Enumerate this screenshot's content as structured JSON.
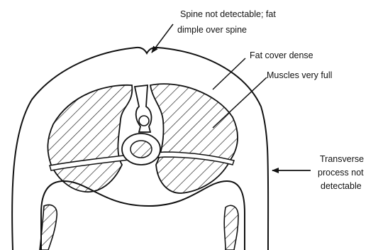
{
  "labels": {
    "spine_line1": "Spine not detectable; fat",
    "spine_line2": "dimple over spine",
    "fat_cover": "Fat cover dense",
    "muscles": "Muscles very full",
    "transverse_line1": "Transverse",
    "transverse_line2": "process not",
    "transverse_line3": "detectable"
  },
  "colors": {
    "ink": "#111111",
    "background": "#ffffff"
  }
}
